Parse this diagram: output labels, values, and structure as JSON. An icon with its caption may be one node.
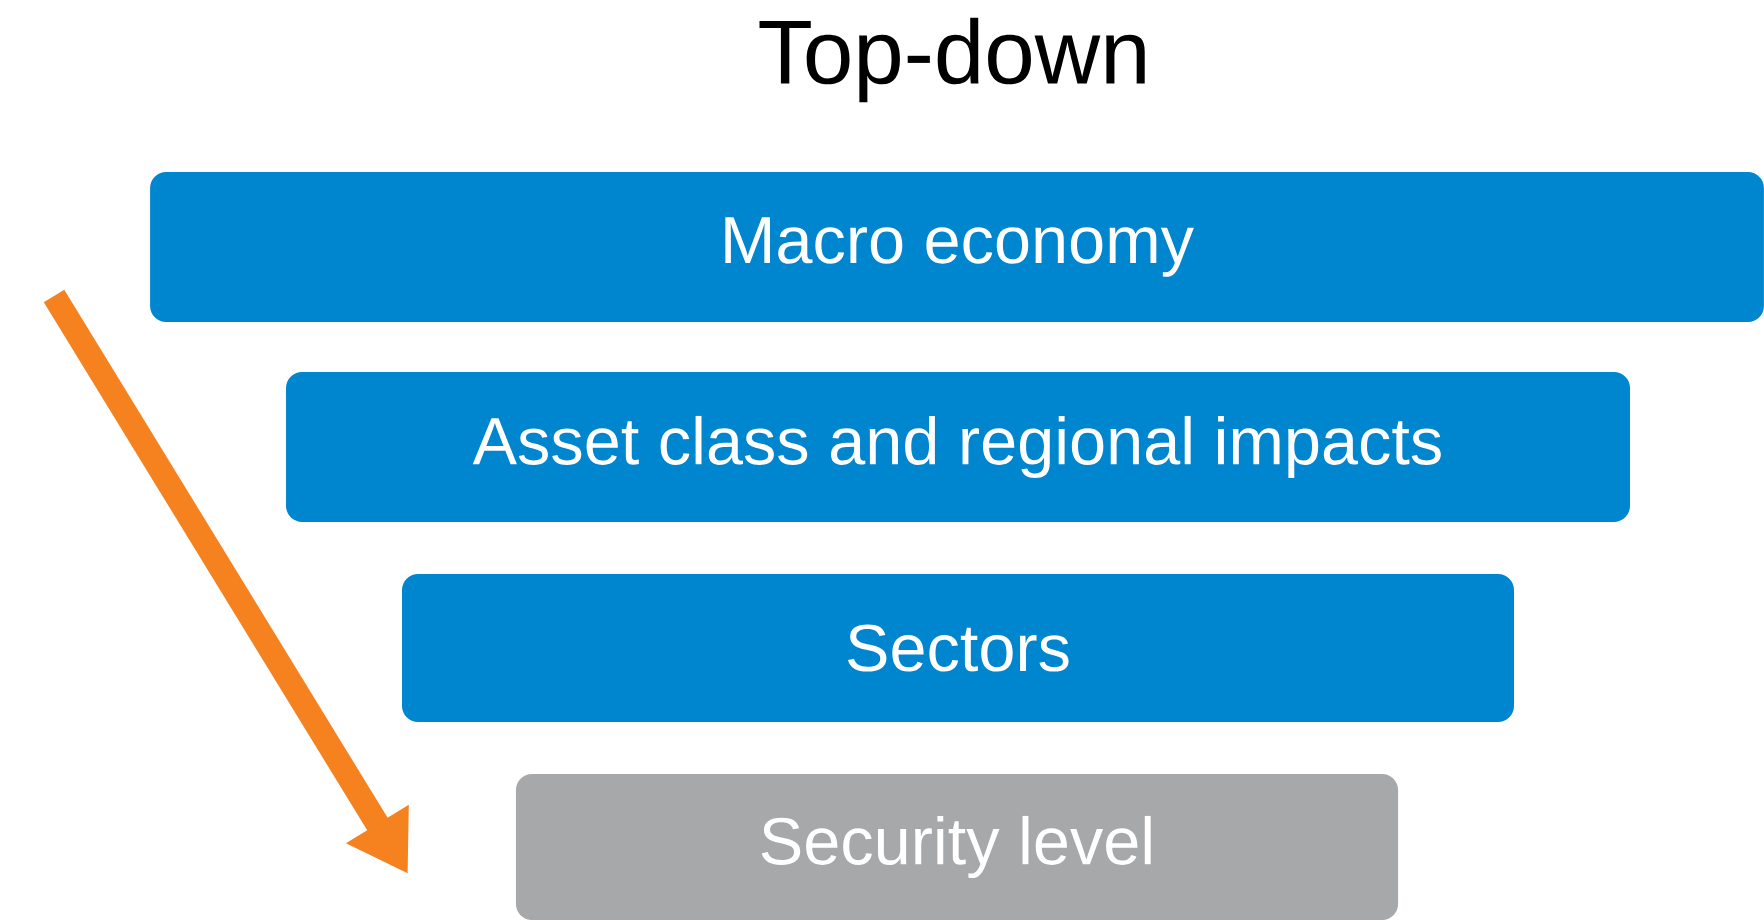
{
  "diagram": {
    "title": "Top-down",
    "nodes": [
      {
        "text": [
          "Macro economy"
        ]
      },
      {
        "text": [
          "Asset class and regional impacts"
        ]
      },
      {
        "text": [
          "Sectors"
        ]
      },
      {
        "text": [
          "Security level"
        ]
      }
    ]
  }
}
